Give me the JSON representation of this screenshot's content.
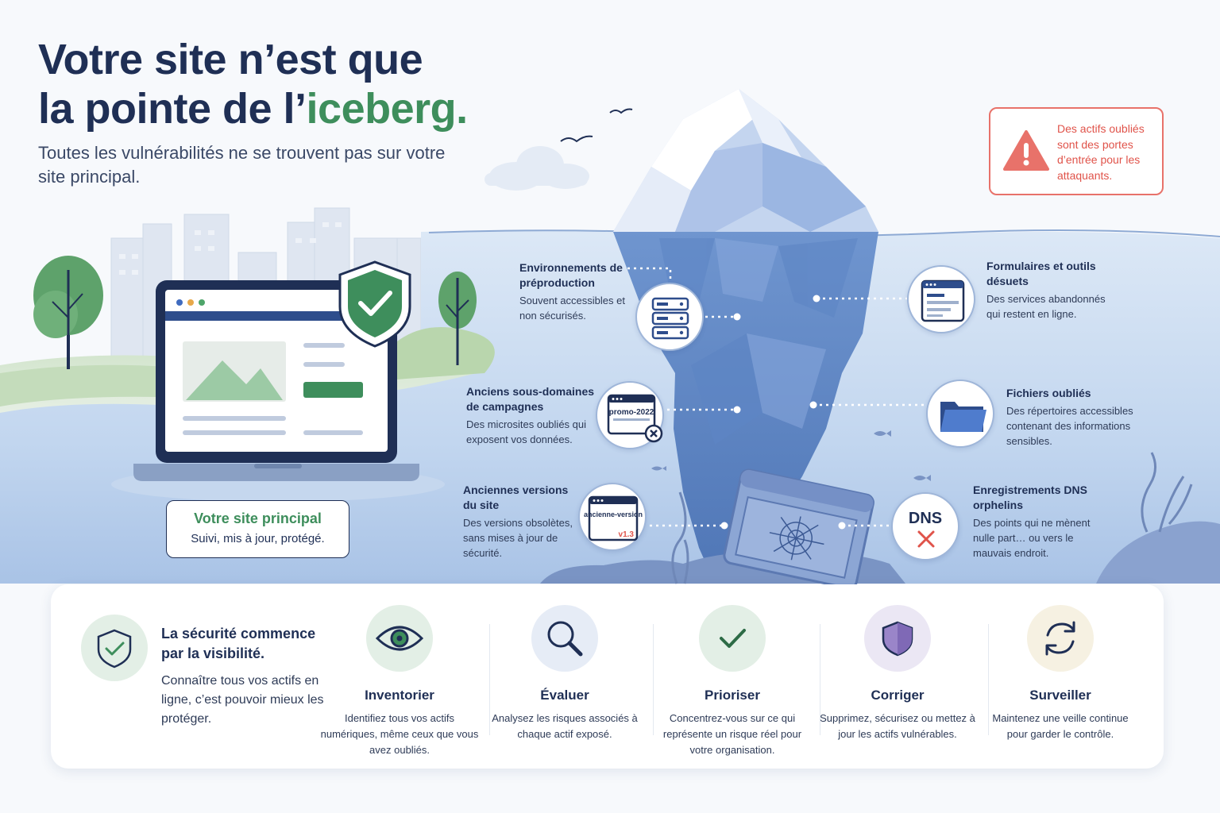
{
  "header": {
    "title_line1": "Votre site n’est que",
    "title_line2_prefix": "la pointe de l’",
    "title_line2_accent": "iceberg.",
    "subtitle": "Toutes les vulnérabilités ne se trouvent pas sur votre site principal."
  },
  "warning": {
    "icon": "warning-triangle-icon",
    "text": "Des actifs oubliés sont des portes d’entrée pour les attaquants."
  },
  "main_site": {
    "title": "Votre site principal",
    "subtitle": "Suivi, mis à jour, protégé."
  },
  "assets": {
    "preprod": {
      "title": "Environnements de préproduction",
      "desc": "Souvent accessibles et non sécurisés.",
      "icon": "server-icon"
    },
    "subdomains": {
      "title": "Anciens sous-domaines de campagnes",
      "desc": "Des microsites oubliés qui exposent vos données.",
      "icon": "browser-promo-icon",
      "icon_label": "promo-2022"
    },
    "old_versions": {
      "title": "Anciennes versions du site",
      "desc": "Des versions obsolètes, sans mises à jour de sécurité.",
      "icon": "browser-old-version-icon",
      "icon_label": "ancienne-version",
      "version": "v1.3"
    },
    "forms": {
      "title": "Formulaires et outils désuets",
      "desc": "Des services abandonnés qui restent en ligne.",
      "icon": "form-icon"
    },
    "files": {
      "title": "Fichiers oubliés",
      "desc": "Des répertoires accessibles contenant des informations sensibles.",
      "icon": "folder-icon"
    },
    "dns": {
      "title": "Enregistrements DNS orphelins",
      "desc": "Des points qui ne mènent nulle part… ou vers le mauvais endroit.",
      "icon_label": "DNS",
      "icon": "dns-error-icon"
    }
  },
  "bottom": {
    "visibility": {
      "title": "La sécurité commence par la visibilité.",
      "desc": "Connaître tous vos actifs en ligne, c’est pouvoir mieux les protéger.",
      "icon": "shield-check-icon"
    },
    "steps": [
      {
        "title": "Inventorier",
        "desc": "Identifiez tous vos actifs numériques, même ceux que vous avez oubliés.",
        "icon": "eye-icon",
        "color": "#e3efe6"
      },
      {
        "title": "Évaluer",
        "desc": "Analysez les risques associés à chaque actif exposé.",
        "icon": "magnifier-icon",
        "color": "#e6ecf6"
      },
      {
        "title": "Prioriser",
        "desc": "Concentrez-vous sur ce qui représente un risque réel pour votre organisation.",
        "icon": "check-icon",
        "color": "#e3efe6"
      },
      {
        "title": "Corriger",
        "desc": "Supprimez, sécurisez ou mettez à jour les actifs vulnérables.",
        "icon": "shield-purple-icon",
        "color": "#ebe7f4"
      },
      {
        "title": "Surveiller",
        "desc": "Maintenez une veille continue pour garder le contrôle.",
        "icon": "refresh-icon",
        "color": "#f6f1e2"
      }
    ]
  },
  "colors": {
    "navy": "#1f2f55",
    "green": "#3e8e5c",
    "red": "#e0534a",
    "water": "#c9dbf0",
    "ice": "#6f95cf"
  }
}
